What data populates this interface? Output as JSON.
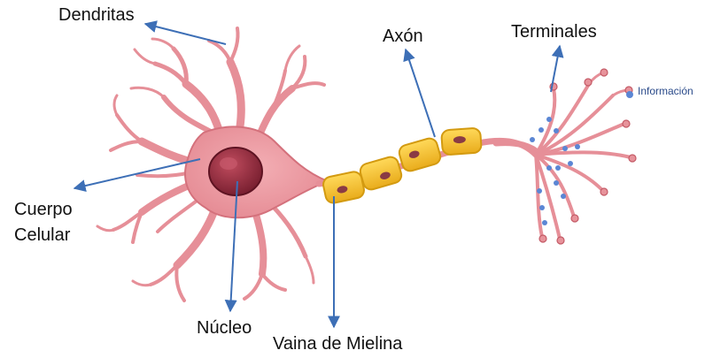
{
  "labels": {
    "dendritas": "Dendritas",
    "axon": "Axón",
    "terminales": "Terminales",
    "cuerpo_line1": "Cuerpo",
    "cuerpo_line2": "Celular",
    "nucleo": "Núcleo",
    "vaina": "Vaina de Mielina",
    "informacion": "Información"
  },
  "colors": {
    "membrane": "#e98c95",
    "membrane_dark": "#c45a66",
    "cell_fill": "#f0a3aa",
    "nucleus": "#a83a4b",
    "nucleus_dark": "#6e1a2a",
    "myelin": "#f4c233",
    "myelin_dark": "#d39a10",
    "myelin_spot": "#8a3b44",
    "arrow": "#3d6fb6",
    "info_dot": "#5b86d4"
  }
}
